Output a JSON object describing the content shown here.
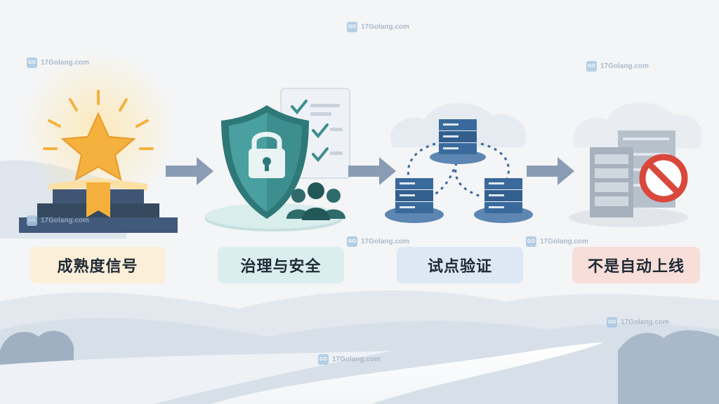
{
  "colors": {
    "label_1_bg": "#fbefd9",
    "label_2_bg": "#dbeeee",
    "label_3_bg": "#dce8f4",
    "label_4_bg": "#f7ded9",
    "star": "#f4b13e",
    "shield": "#3d8e8e",
    "server": "#3a6a9c",
    "prohibit": "#d9483b"
  },
  "steps": [
    {
      "label": "成熟度信号",
      "icon": "star-book-icon"
    },
    {
      "label": "治理与安全",
      "icon": "shield-lock-icon"
    },
    {
      "label": "试点验证",
      "icon": "server-cluster-icon"
    },
    {
      "label": "不是自动上线",
      "icon": "server-prohibited-icon"
    }
  ],
  "watermark": {
    "text": "17Golang.com",
    "logo": "GO"
  }
}
